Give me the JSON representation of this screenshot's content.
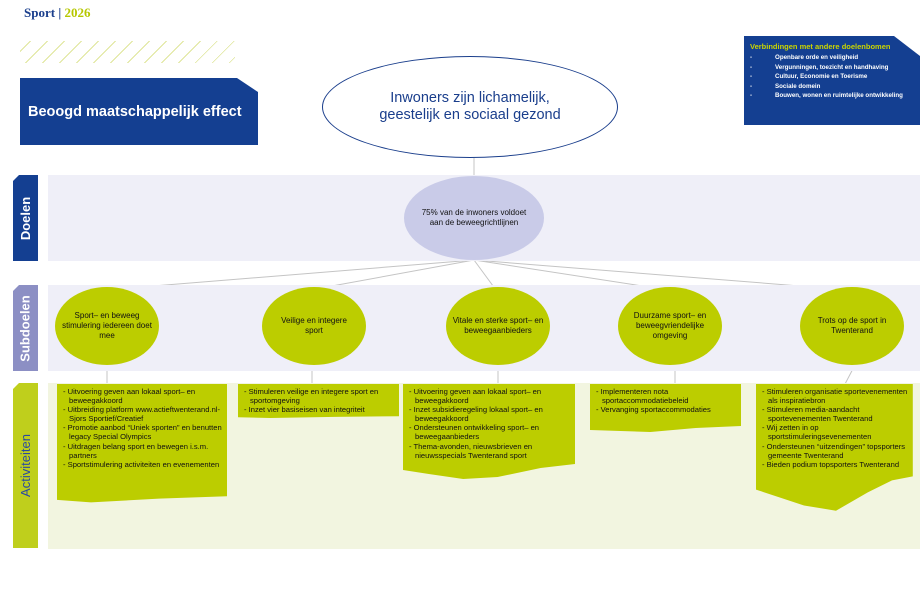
{
  "header": {
    "title": "Sport",
    "separator": "|",
    "year": "2026"
  },
  "effect": {
    "label": "Beoogd maatschappelijk effect",
    "statement": "Inwoners zijn lichamelijk, geestelijk en sociaal gezond"
  },
  "connections": {
    "title": "Verbindingen met andere doelenbomen",
    "items": [
      "Openbare orde en veiligheid",
      "Vergunningen, toezicht en handhaving",
      "Cultuur, Economie en Toerisme",
      "Sociale domein",
      "Bouwen, wonen en ruimtelijke ontwikkeling"
    ]
  },
  "rows": {
    "doelen": "Doelen",
    "subdoelen": "Subdoelen",
    "activiteiten": "Activiteiten"
  },
  "goal": {
    "text": "75% van de inwoners voldoet aan de beweegrichtlijnen"
  },
  "subgoals": [
    {
      "text": "Sport– en beweeg stimulering iedereen doet mee",
      "activities": [
        "Uitvoering geven aan lokaal sport– en beweegakkoord",
        "Uitbreiding platform www.actieftwenterand.nl-Sjors Sportief/Creatief",
        "Promotie aanbod “Uniek sporten” en benutten legacy Special Olympics",
        "Uitdragen belang sport en bewegen i.s.m. partners",
        "Sportstimulering activiteiten en evenementen"
      ]
    },
    {
      "text": "Veilige en integere sport",
      "activities": [
        "Stimuleren veilige en integere sport en sportomgeving",
        "Inzet vier basiseisen van integriteit"
      ]
    },
    {
      "text": "Vitale en sterke sport– en beweegaanbieders",
      "activities": [
        "Uitvoering geven aan lokaal sport– en beweegakkoord",
        "Inzet subsidieregeling lokaal sport– en beweegakkoord",
        "Ondersteunen ontwikkeling sport– en beweegaanbieders",
        "Thema-avonden, nieuwsbrieven en nieuwsspecials Twenterand sport"
      ]
    },
    {
      "text": "Duurzame sport– en beweegvriendelijke omgeving",
      "activities": [
        "Implementeren nota sportaccommodatiebeleid",
        "Vervanging sportaccommodaties"
      ]
    },
    {
      "text": "Trots op de sport in Twenterand",
      "activities": [
        "Stimuleren organisatie sportevenementen als inspiratiebron",
        "Stimuleren media-aandacht sportevenementen Twenterand",
        "Wij zetten in op sportstimuleringsevenementen",
        "Ondersteunen “uitzendingen” topsporters gemeente Twenterand",
        "Bieden podium topsporters Twenterand"
      ]
    }
  ]
}
